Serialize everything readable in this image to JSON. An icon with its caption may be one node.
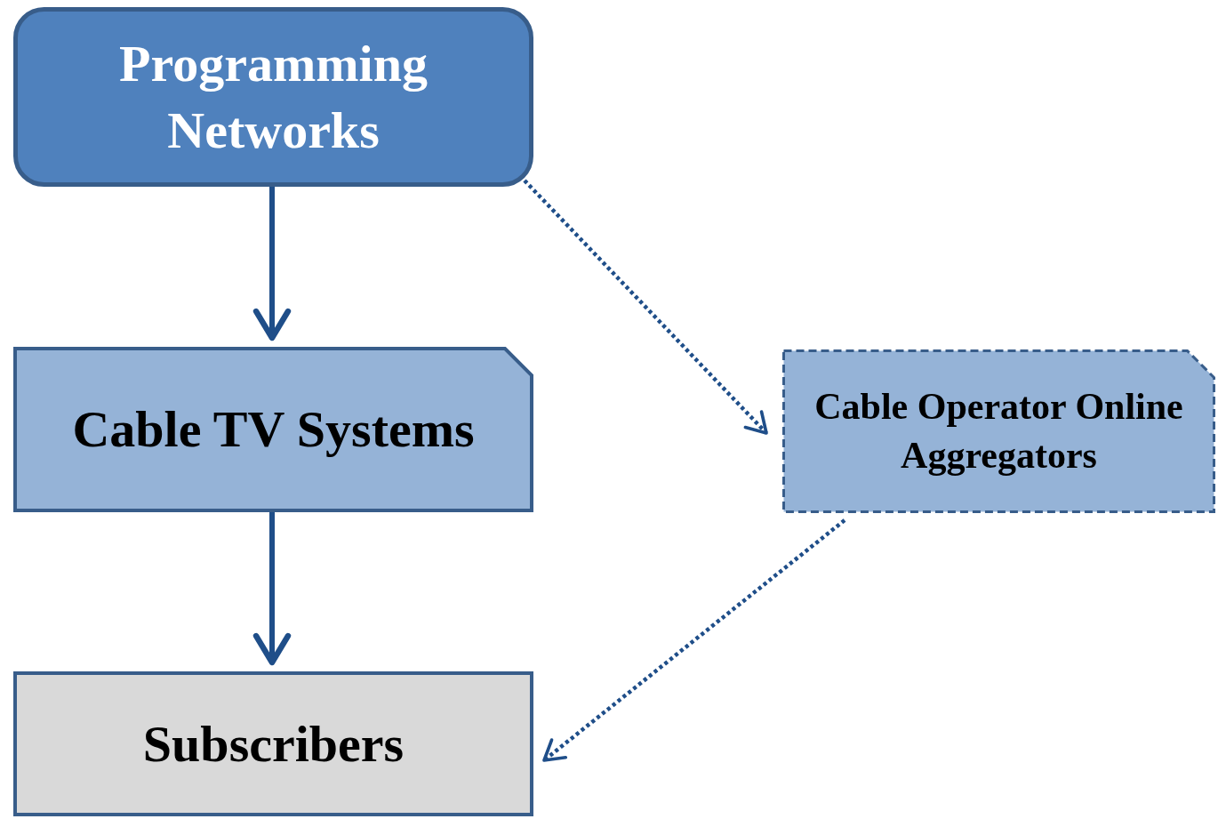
{
  "diagram": {
    "nodes": [
      {
        "text": [
          "Programming Networks"
        ]
      },
      {
        "text": [
          "Cable TV Systems"
        ]
      },
      {
        "text": [
          "Subscribers"
        ]
      },
      {
        "text": [
          "Cable Operator Online Aggregators"
        ]
      }
    ],
    "edges": [
      {
        "from": 0,
        "to": 1,
        "arrow": "to"
      },
      {
        "from": 1,
        "to": 2,
        "arrow": "to"
      },
      {
        "from": 0,
        "to": 3,
        "arrow": "to",
        "style": "dashed"
      },
      {
        "from": 3,
        "to": 2,
        "arrow": "to",
        "style": "dashed"
      }
    ]
  }
}
